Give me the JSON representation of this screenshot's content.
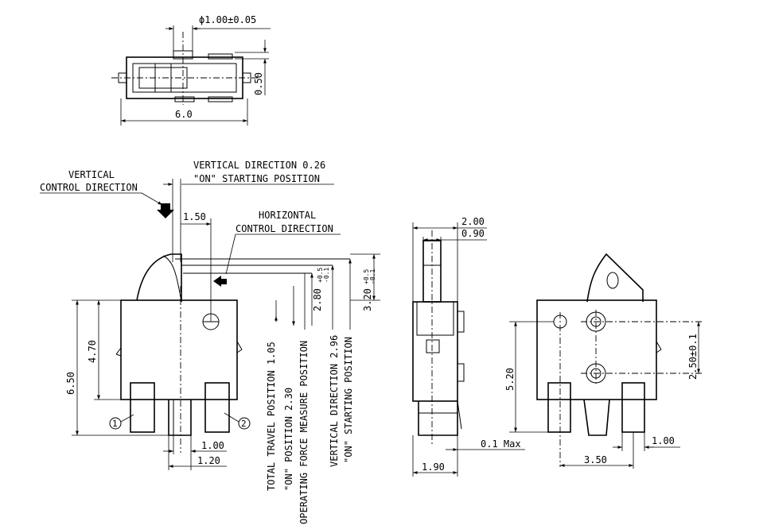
{
  "top_view": {
    "diameter_label": "ϕ1.00±0.05",
    "height_label": "0.50",
    "width_label": "6.0"
  },
  "front_view": {
    "vertical_control": [
      "VERTICAL",
      "CONTROL DIRECTION"
    ],
    "vertical_on": [
      "VERTICAL DIRECTION 0.26",
      "\"ON\" STARTING POSITION"
    ],
    "horizontal_control": [
      "HORIZONTAL",
      "CONTROL DIRECTION"
    ],
    "dim_150": "1.50",
    "dim_280": "2.80",
    "dim_280_tol": [
      "+0.5",
      "-0.1"
    ],
    "dim_320": "3.20",
    "dim_320_tol": [
      "+0.5",
      "-0.1"
    ],
    "dim_470": "4.70",
    "dim_650": "6.50",
    "dim_100": "1.00",
    "dim_120": "1.20",
    "terminal_1": "1",
    "terminal_2": "2",
    "total_travel": "TOTAL TRAVEL POSITION  1.05",
    "on_position": "\"ON\" POSITION 2.30",
    "operating_force": "OPERATING FORCE MEASURE POSITION",
    "vertical_direction_296": "VERTICAL DIRECTION 2.96",
    "on_starting": "\"ON\" STARTING POSITION"
  },
  "side_view": {
    "dim_200": "2.00",
    "dim_090": "0.90",
    "dim_190": "1.90",
    "max_label": "0.1 Max"
  },
  "rear_view": {
    "dim_520": "5.20",
    "dim_250": "2.50±0.1",
    "dim_350": "3.50",
    "dim_100": "1.00"
  }
}
